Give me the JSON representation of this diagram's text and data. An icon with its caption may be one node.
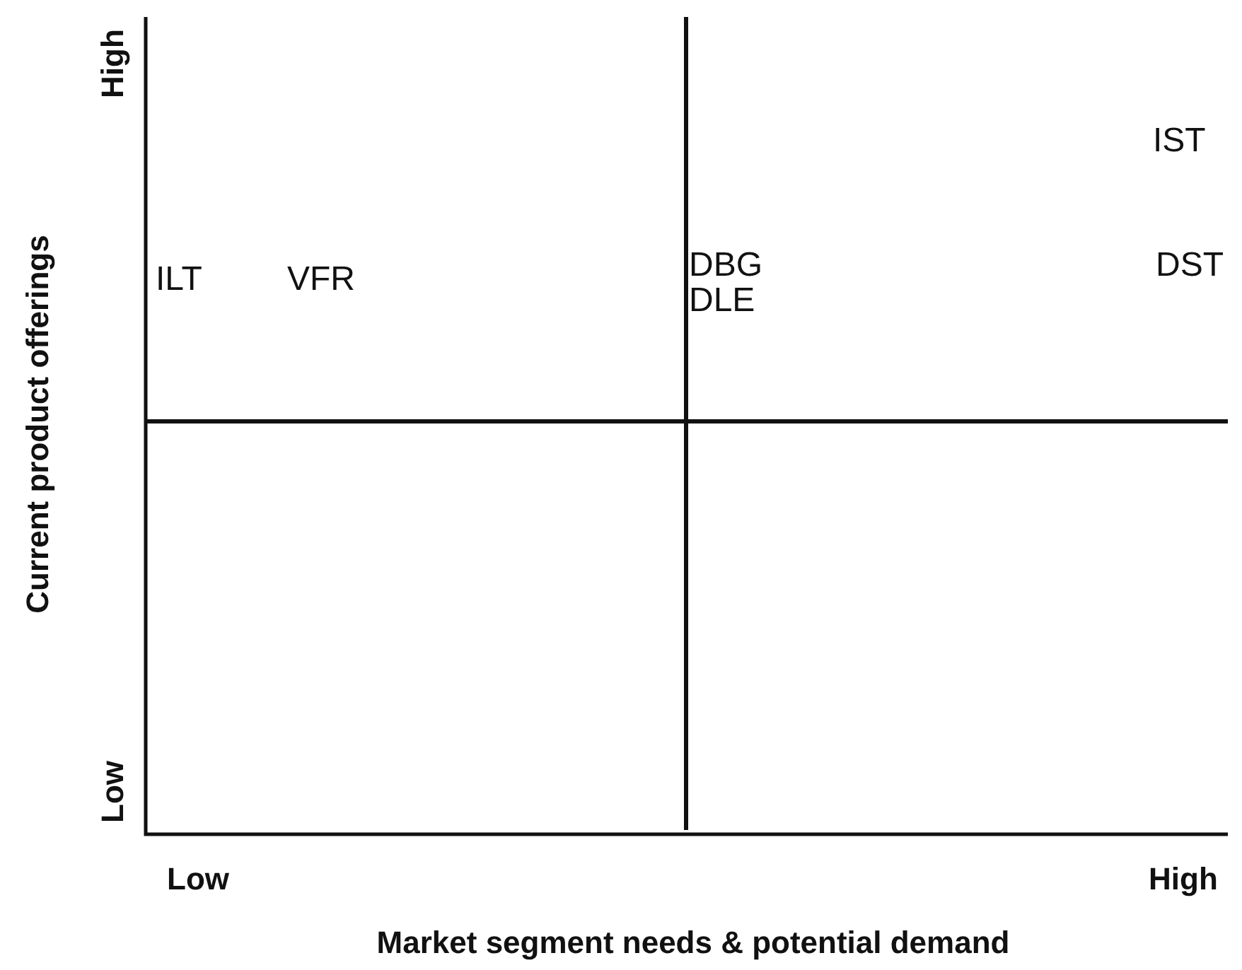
{
  "diagram": {
    "labels": [
      "High",
      "IST",
      "ILT",
      "VFR",
      "DBG",
      "DST",
      "DLE",
      "Current product offerings",
      "Low",
      "Low",
      "High",
      "Market segment needs & potential demand"
    ]
  }
}
